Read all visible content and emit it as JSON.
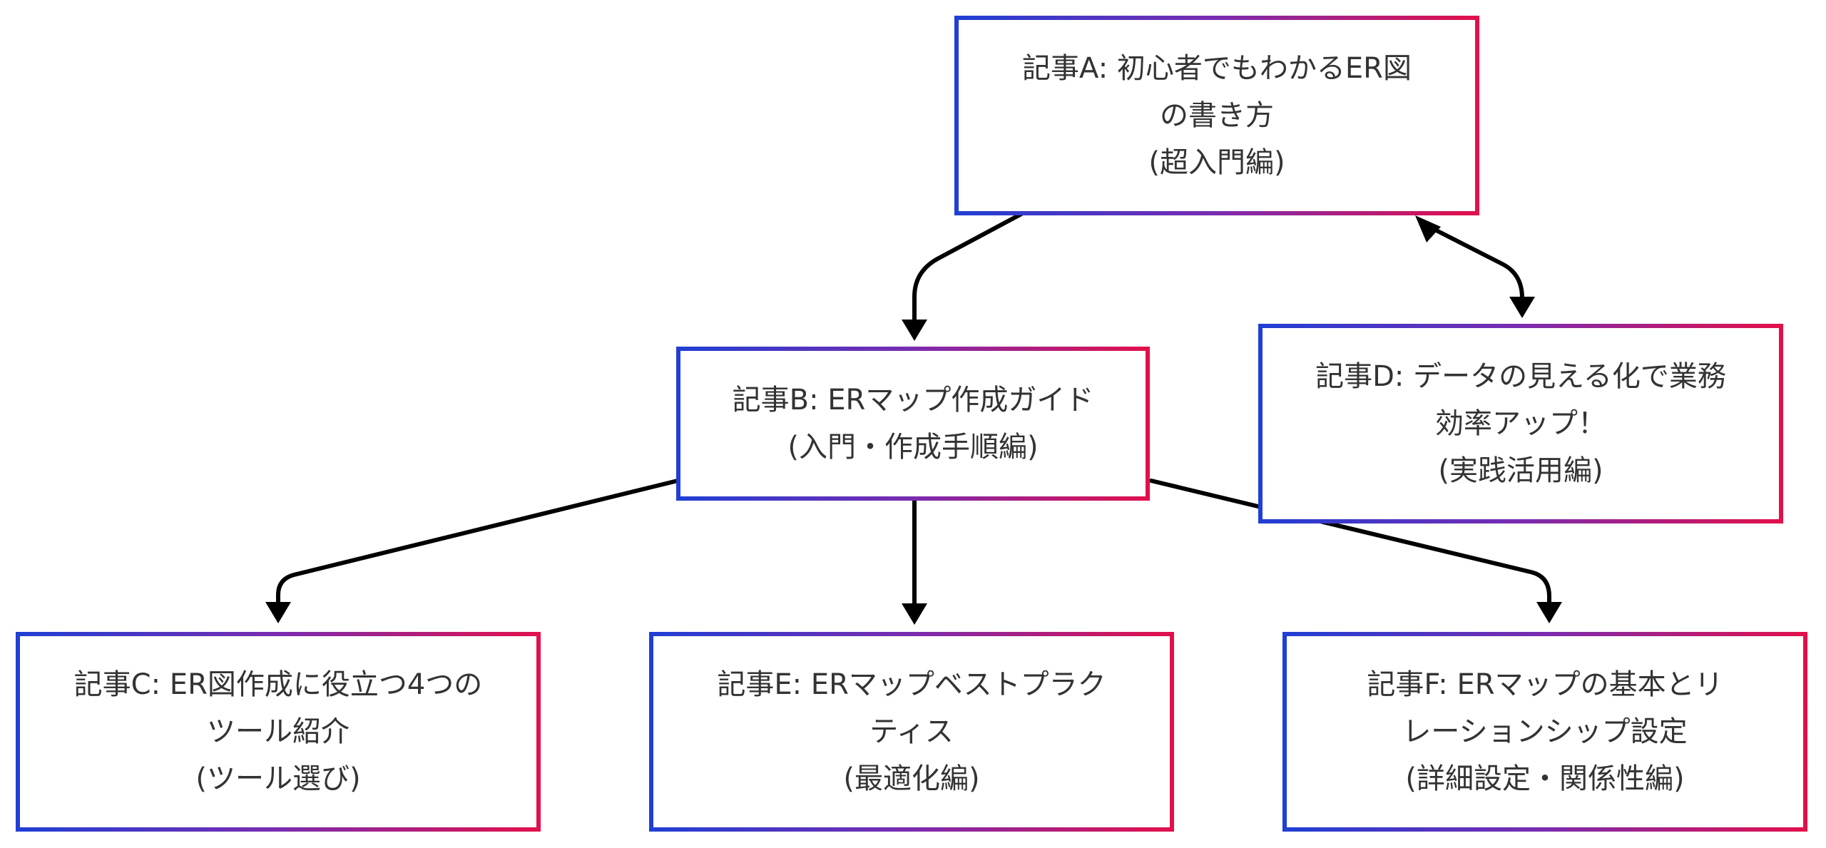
{
  "diagram": {
    "nodes": [
      {
        "id": "A",
        "lines": [
          "記事A: 初心者でもわかるER図",
          "の書き方",
          "(超入門編)"
        ]
      },
      {
        "id": "B",
        "lines": [
          "記事B: ERマップ作成ガイド",
          "(入門・作成手順編)"
        ]
      },
      {
        "id": "D",
        "lines": [
          "記事D: データの見える化で業務",
          "効率アップ！",
          "(実践活用編)"
        ]
      },
      {
        "id": "C",
        "lines": [
          "記事C: ER図作成に役立つ4つの",
          "ツール紹介",
          "(ツール選び)"
        ]
      },
      {
        "id": "E",
        "lines": [
          "記事E: ERマップベストプラク",
          "ティス",
          "(最適化編)"
        ]
      },
      {
        "id": "F",
        "lines": [
          "記事F: ERマップの基本とリ",
          "レーションシップ設定",
          "(詳細設定・関係性編)"
        ]
      }
    ],
    "edges": [
      {
        "from": "A",
        "to": "B",
        "direction": "forward"
      },
      {
        "from": "A",
        "to": "D",
        "direction": "both"
      },
      {
        "from": "B",
        "to": "C",
        "direction": "forward"
      },
      {
        "from": "B",
        "to": "E",
        "direction": "forward"
      },
      {
        "from": "B",
        "to": "F",
        "direction": "forward"
      }
    ],
    "colors": {
      "border_start": "#1f3fd4",
      "border_mid": "#7a2cb0",
      "border_end": "#e3104a",
      "edge": "#000000",
      "text": "#333333"
    }
  }
}
